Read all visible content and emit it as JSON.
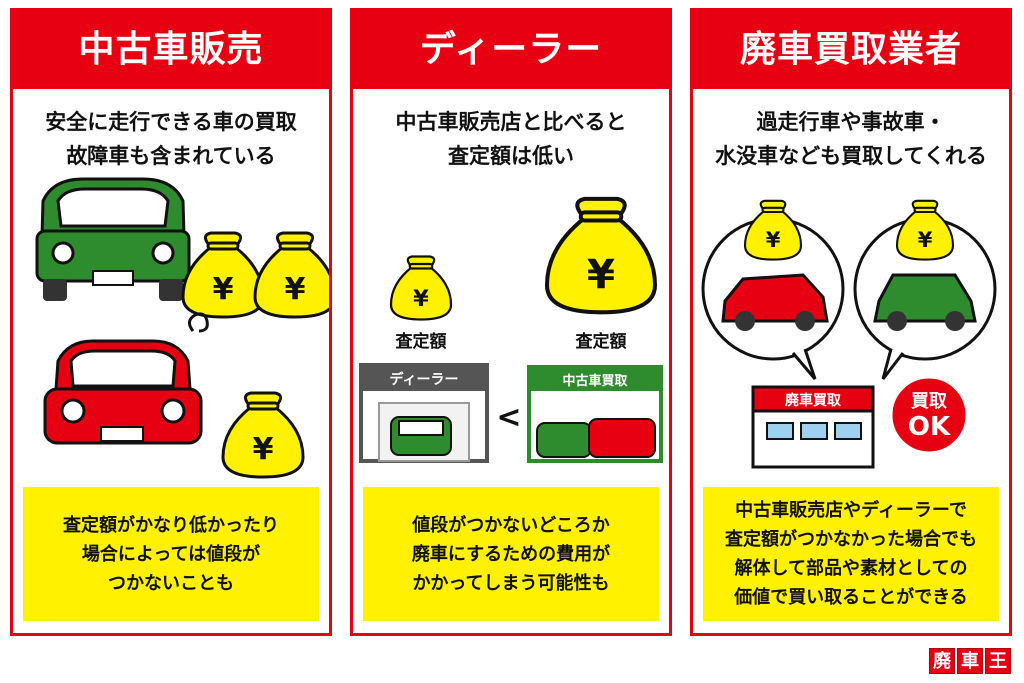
{
  "panels": [
    {
      "title": "中古車販売",
      "subtitle": "安全に走行できる車の買取\n故障車も含まれている",
      "note": "査定額がかなり低かったり\n場合によっては値段が\nつかないことも"
    },
    {
      "title": "ディーラー",
      "subtitle": "中古車販売店と比べると\n査定額は低い",
      "note": "値段がつかないどころか\n廃車にするための費用が\nかかってしまう可能性も",
      "bag_label": "査定額",
      "dealer_sign": "ディーラー",
      "used_shop_sign": "中古車買取",
      "compare_symbol": "<"
    },
    {
      "title": "廃車買取業者",
      "subtitle": "過走行車や事故車・\n水没車なども買取してくれる",
      "note": "中古車販売店やディーラーで\n査定額がつかなかった場合でも\n解体して部品や素材としての\n価値で買い取ることができる",
      "shop_sign": "廃車買取",
      "ok_line1": "買取",
      "ok_line2": "OK"
    }
  ],
  "currency_symbol": "¥",
  "logo": [
    "廃",
    "車",
    "王"
  ],
  "colors": {
    "red": "#e60012",
    "yellow": "#fff100",
    "green": "#2e8b2e"
  }
}
